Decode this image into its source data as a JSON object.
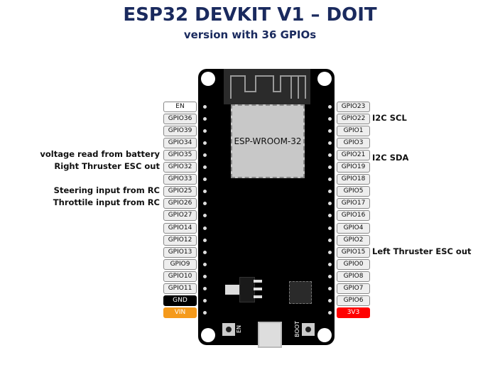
{
  "title": "ESP32 DEVKIT V1 – DOIT",
  "subtitle": "version with 36 GPIOs",
  "module_label": "ESP-WROOM-32",
  "button_en": "EN",
  "button_boot": "BOOT",
  "left_pins": [
    "EN",
    "GPIO36",
    "GPIO39",
    "GPIO34",
    "GPIO35",
    "GPIO32",
    "GPIO33",
    "GPIO25",
    "GPIO26",
    "GPIO27",
    "GPIO14",
    "GPIO12",
    "GPIO13",
    "GPIO9",
    "GPIO10",
    "GPIO11",
    "GND",
    "VIN"
  ],
  "right_pins": [
    "GPIO23",
    "GPIO22",
    "GPIO1",
    "GPIO3",
    "GPIO21",
    "GPIO19",
    "GPIO18",
    "GPIO5",
    "GPIO17",
    "GPIO16",
    "GPIO4",
    "GPIO2",
    "GPIO15",
    "GPIO0",
    "GPIO8",
    "GPIO7",
    "GPIO6",
    "3V3"
  ],
  "left_notes": [
    {
      "pin": 4,
      "text": "voltage read from battery"
    },
    {
      "pin": 5,
      "text": "Right Thruster ESC out"
    },
    {
      "pin": 7,
      "text": "Steering input from RC"
    },
    {
      "pin": 8,
      "text": "Throttile input from RC"
    }
  ],
  "right_notes": [
    {
      "pin": 1,
      "text": "I2C SCL"
    },
    {
      "pin": 4,
      "text": "I2C SDA"
    },
    {
      "pin": 12,
      "text": "Left Thruster ESC out"
    }
  ],
  "colors": {
    "title": "#1a2a5e",
    "vin": "#f59a1b",
    "v33": "#ff0000",
    "gnd": "#000000"
  }
}
